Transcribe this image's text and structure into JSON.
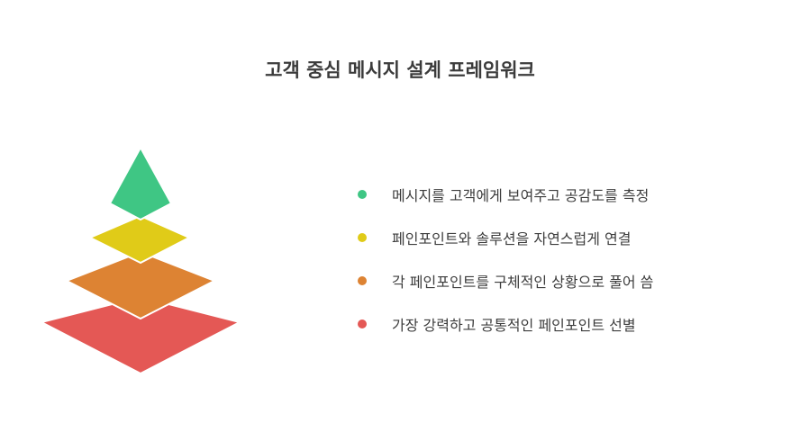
{
  "title": "고객 중심 메시지 설계 프레임워크",
  "colors": {
    "green": "#3fc684",
    "yellow": "#e0cb18",
    "orange": "#dd8333",
    "red": "#e45855",
    "separator": "#ffffff",
    "text": "#3d3d3d"
  },
  "pyramid": {
    "levels": [
      {
        "level": 1,
        "position": "top",
        "shape": "triangle-cap",
        "color": "#3fc684"
      },
      {
        "level": 2,
        "position": "upper-middle",
        "shape": "rhombus",
        "color": "#e0cb18"
      },
      {
        "level": 3,
        "position": "lower-middle",
        "shape": "rhombus",
        "color": "#dd8333"
      },
      {
        "level": 4,
        "position": "base",
        "shape": "rhombus",
        "color": "#e45855"
      }
    ]
  },
  "legend": {
    "items": [
      {
        "label": "메시지를 고객에게 보여주고 공감도를 측정",
        "color": "#3fc684",
        "icon": "circle-dot-icon"
      },
      {
        "label": "페인포인트와 솔루션을 자연스럽게 연결",
        "color": "#e0cb18",
        "icon": "circle-dot-icon"
      },
      {
        "label": "각 페인포인트를 구체적인 상황으로 풀어 씀",
        "color": "#dd8333",
        "icon": "circle-dot-icon"
      },
      {
        "label": "가장 강력하고 공통적인 페인포인트 선별",
        "color": "#e45855",
        "icon": "circle-dot-icon"
      }
    ]
  }
}
